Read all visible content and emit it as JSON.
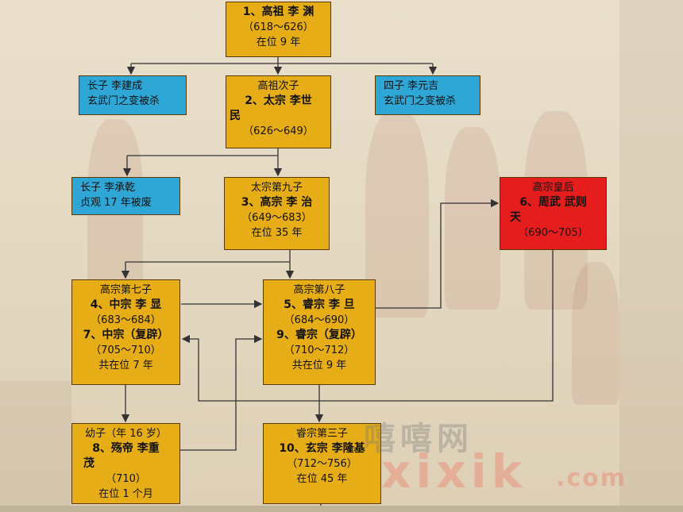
{
  "nodes": {
    "gaozu": {
      "line1": "1、高祖 李 渊",
      "line2": "（618～626）",
      "line3": "在位 9 年"
    },
    "jiancheng": {
      "line1": "长子 李建成",
      "line2": "玄武门之变被杀"
    },
    "taizong": {
      "line1": "高祖次子",
      "line2": "2、太宗 李世",
      "line3": "民",
      "line4": "（626～649）"
    },
    "yuanji": {
      "line1": "四子 李元吉",
      "line2": "玄武门之变被杀"
    },
    "chengqian": {
      "line1": "长子 李承乾",
      "line2": "贞观 17 年被废"
    },
    "gaozong": {
      "line1": "太宗第九子",
      "line2": "3、高宗 李 治",
      "line3": "（649～683）",
      "line4": "在位 35 年"
    },
    "wuzetian": {
      "line1": "高宗皇后",
      "line2": "6、周武 武则",
      "line3": "天",
      "line4": "（690～705）"
    },
    "zhongzong": {
      "line1": "高宗第七子",
      "line2": "4、中宗 李 显",
      "line3": "（683～684）",
      "line4": "7、中宗（复辟）",
      "line5": "（705～710）",
      "line6": "共在位 7 年"
    },
    "ruizong": {
      "line1": "高宗第八子",
      "line2": "5、睿宗 李 旦",
      "line3": "（684～690）",
      "line4": "9、睿宗（复辟）",
      "line5": "（710～712）",
      "line6": "共在位 9 年"
    },
    "shangdi": {
      "line1": "幼子（年 16 岁）",
      "line2": "8、殇帝 李重",
      "line3": "茂",
      "line4": "（710）",
      "line5": "在位 1 个月"
    },
    "xuanzong": {
      "line1": "睿宗第三子",
      "line2": "10、玄宗 李隆基",
      "line3": "（712～756）",
      "line4": "在位 45 年"
    }
  },
  "watermark": {
    "cn": "嘻嘻网",
    "latin": "xixik",
    "domain": ".com"
  },
  "colors": {
    "gold": "#e6ad17",
    "blue": "#2ea6d6",
    "red": "#e51d1d",
    "line": "#333333"
  }
}
